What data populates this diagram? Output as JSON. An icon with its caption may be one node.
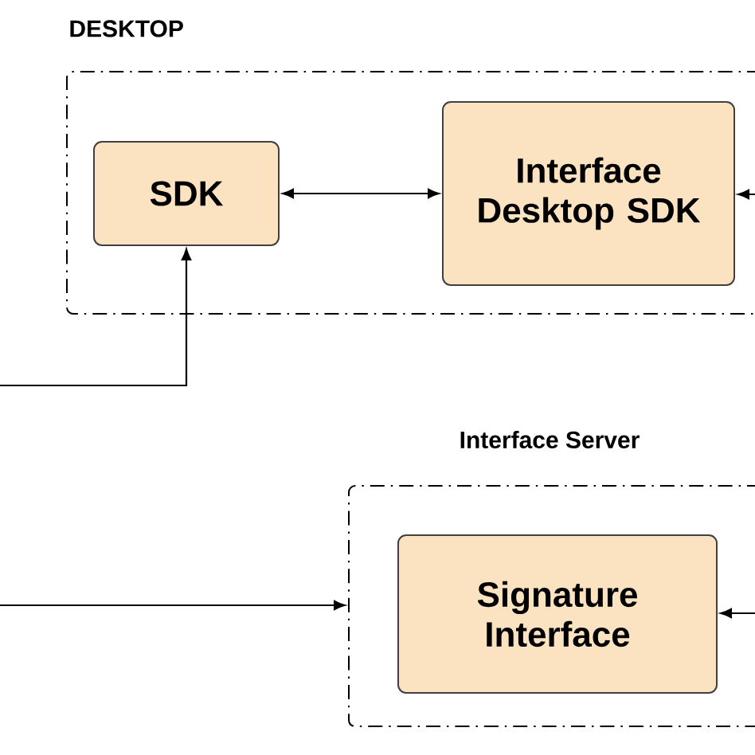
{
  "diagram": {
    "nodes": [
      {
        "text": [
          "DESKTOP"
        ]
      },
      {
        "text": [
          "SDK"
        ],
        "in": 0
      },
      {
        "text": [
          "Interface Desktop SDK"
        ],
        "in": 0
      },
      {
        "text": [
          "Interface Server"
        ]
      },
      {
        "text": [
          "Signature Interface"
        ],
        "in": 3
      }
    ],
    "edges": [
      {
        "from": 1,
        "to": 2,
        "arrow": "both"
      },
      {
        "from": null,
        "to": 1,
        "arrow": "to"
      },
      {
        "from": null,
        "to": 2,
        "arrow": "to"
      },
      {
        "from": null,
        "to": 3,
        "arrow": "to"
      },
      {
        "from": null,
        "to": 4,
        "arrow": "to"
      }
    ]
  }
}
